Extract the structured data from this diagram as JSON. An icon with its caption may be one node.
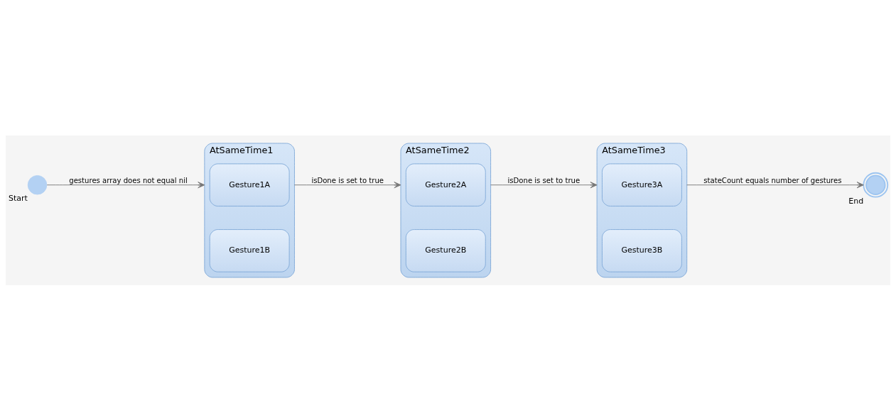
{
  "diagram": {
    "nodes": [
      {
        "text": [],
        "shape": "circle",
        "beside": [
          "Start"
        ]
      },
      {
        "text": [
          "AtSameTime1"
        ]
      },
      {
        "text": [
          "Gesture1A"
        ],
        "in": 1
      },
      {
        "text": [
          "Gesture1B"
        ],
        "in": 1
      },
      {
        "text": [
          "AtSameTime2"
        ]
      },
      {
        "text": [
          "Gesture2A"
        ],
        "in": 4
      },
      {
        "text": [
          "Gesture2B"
        ],
        "in": 4
      },
      {
        "text": [
          "AtSameTime3"
        ]
      },
      {
        "text": [
          "Gesture3A"
        ],
        "in": 7
      },
      {
        "text": [
          "Gesture3B"
        ],
        "in": 7
      },
      {
        "text": [],
        "shape": "circle",
        "beside": [
          "End"
        ]
      }
    ],
    "edges": [
      {
        "from": 0,
        "to": 1,
        "arrow": "to",
        "label": "gestures array does not equal nil"
      },
      {
        "from": 1,
        "to": 4,
        "arrow": "to",
        "label": "isDone is set to true"
      },
      {
        "from": 4,
        "to": 7,
        "arrow": "to",
        "label": "isDone is set to true"
      },
      {
        "from": 7,
        "to": 10,
        "arrow": "to",
        "label": "stateCount equals number of gestures"
      }
    ]
  }
}
